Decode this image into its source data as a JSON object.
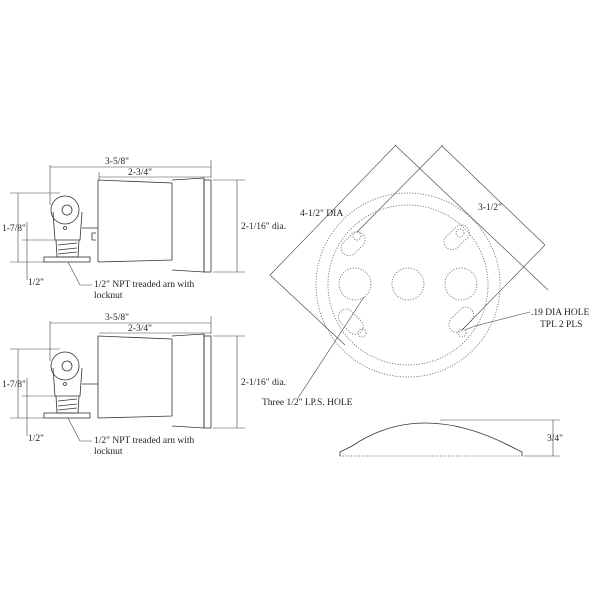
{
  "side_view_top": {
    "overall_length": "3-5/8\"",
    "body_length": "2-3/4\"",
    "height": "1-7/8\"",
    "diameter": "2-1/16\" dia.",
    "thread_length": "1/2\"",
    "arm_note_line1": "1/2\" NPT treaded arn with",
    "arm_note_line2": "locknut"
  },
  "side_view_bottom": {
    "overall_length": "3-5/8\"",
    "body_length": "2-3/4\"",
    "height": "1-7/8\"",
    "diameter": "2-1/16\" dia.",
    "thread_length": "1/2\"",
    "arm_note_line1": "1/2\" NPT treaded arn with",
    "arm_note_line2": "locknut"
  },
  "plate_view": {
    "outer_diameter": "4-1/2\" DIA",
    "hole_spacing": "3-1/2\"",
    "small_hole_line1": ".19  DIA HOLE",
    "small_hole_line2": "TPL 2 PLS",
    "large_hole_note": "Three 1/2\" I.P.S. HOLE"
  },
  "profile_view": {
    "height": "3/4\""
  }
}
